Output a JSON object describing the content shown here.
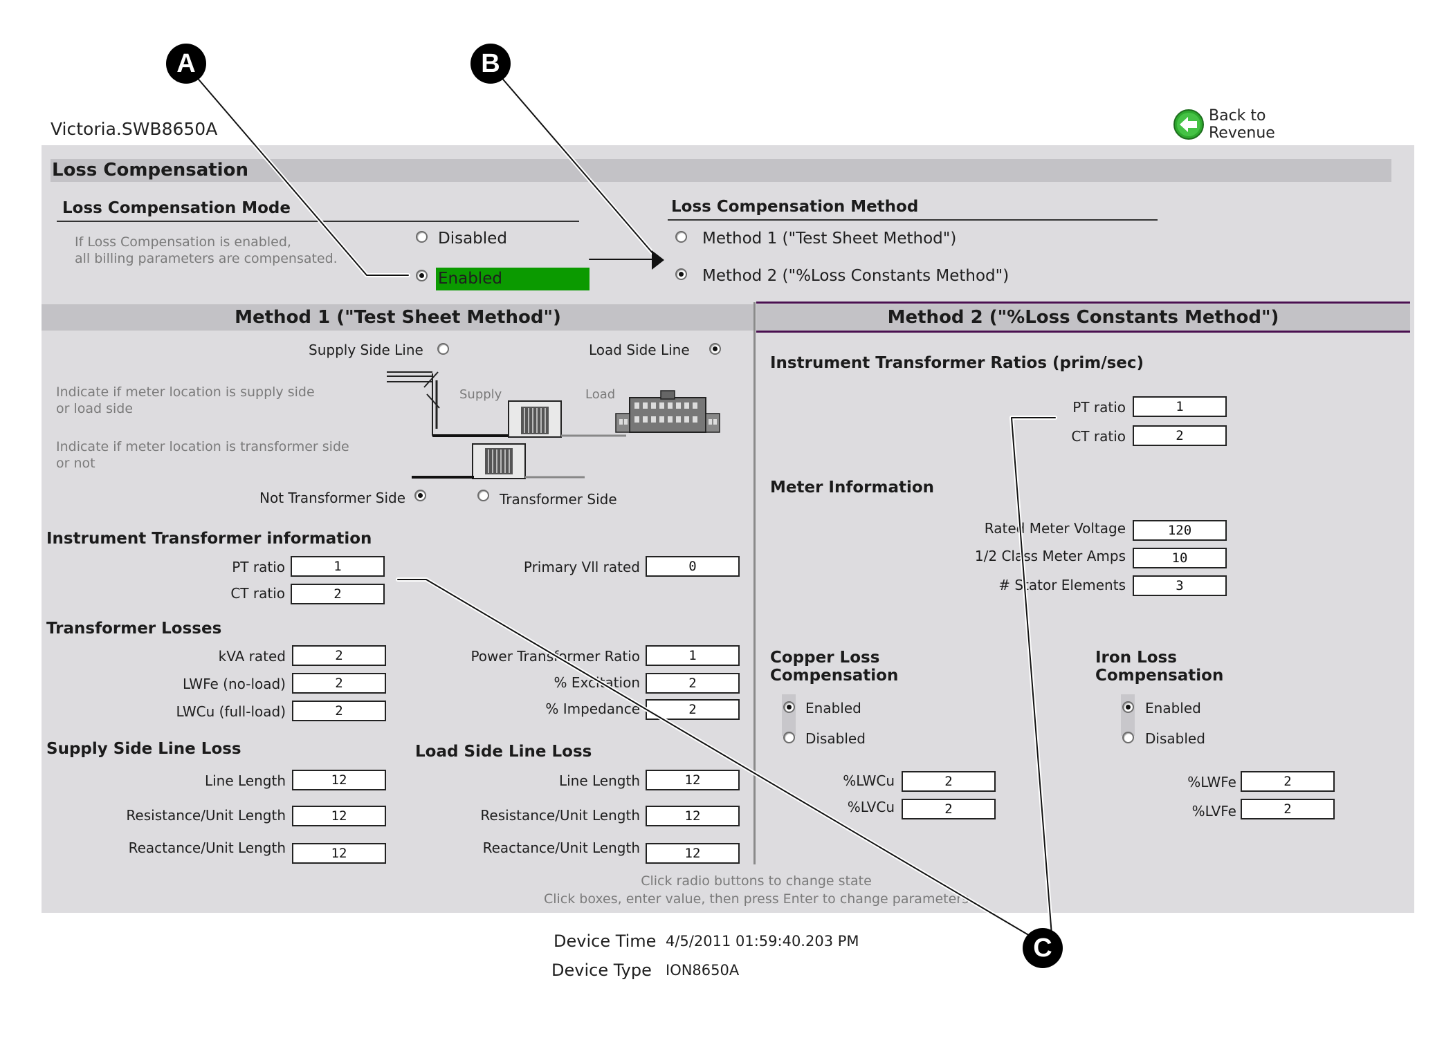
{
  "header": {
    "device_name": "Victoria.SWB8650A",
    "back_link": {
      "line1": "Back to",
      "line2": "Revenue",
      "icon": "back-arrow-icon"
    }
  },
  "panel_title": "Loss Compensation",
  "mode": {
    "title": "Loss Compensation Mode",
    "note_line1": "If Loss Compensation is enabled,",
    "note_line2": "all billing parameters are compensated.",
    "options": [
      {
        "label": "Disabled",
        "selected": false
      },
      {
        "label": "Enabled",
        "selected": true
      }
    ],
    "enabled_highlight_color": "#0b9a00"
  },
  "method": {
    "title": "Loss Compensation Method",
    "options": [
      {
        "label": "Method 1 (\"Test Sheet Method\")",
        "selected": false
      },
      {
        "label": "Method 2 (\"%Loss Constants Method\")",
        "selected": true
      }
    ]
  },
  "method1": {
    "title": "Method 1 (\"Test Sheet Method\")",
    "supply_side_label": "Supply Side Line",
    "load_side_label": "Load Side Line",
    "supply_side_selected": false,
    "load_side_selected": true,
    "note1_line1": "Indicate if meter location is supply side",
    "note1_line2": "or load side",
    "note2_line1": "Indicate if meter location is transformer side",
    "note2_line2": "or not",
    "diagram_supply": "Supply",
    "diagram_load": "Load",
    "not_transformer_label": "Not Transformer Side",
    "transformer_label": "Transformer Side",
    "not_transformer_selected": true,
    "transformer_selected": false,
    "it_info": {
      "title": "Instrument Transformer information",
      "pt_label": "PT ratio",
      "pt_value": "1",
      "ct_label": "CT ratio",
      "ct_value": "2",
      "primary_label": "Primary Vll rated",
      "primary_value": "0"
    },
    "losses": {
      "title": "Transformer Losses",
      "kva_label": "kVA rated",
      "kva_value": "2",
      "lwfe_label": "LWFe (no-load)",
      "lwfe_value": "2",
      "lwcu_label": "LWCu (full-load)",
      "lwcu_value": "2",
      "ptr_label": "Power Transformer Ratio",
      "ptr_value": "1",
      "exc_label": "% Excitation",
      "exc_value": "2",
      "imp_label": "% Impedance",
      "imp_value": "2"
    },
    "supply_loss": {
      "title": "Supply Side Line Loss",
      "len_label": "Line Length",
      "len_value": "12",
      "res_label": "Resistance/Unit Length",
      "res_value": "12",
      "rea_label": "Reactance/Unit Length",
      "rea_value": "12"
    },
    "load_loss": {
      "title": "Load Side Line Loss",
      "len_label": "Line Length",
      "len_value": "12",
      "res_label": "Resistance/Unit Length",
      "res_value": "12",
      "rea_label": "Reactance/Unit Length",
      "rea_value": "12"
    }
  },
  "method2": {
    "title": "Method 2 (\"%Loss Constants Method\")",
    "itr_title": "Instrument Transformer Ratios (prim/sec)",
    "pt_label": "PT ratio",
    "pt_value": "1",
    "ct_label": "CT ratio",
    "ct_value": "2",
    "meter_title": "Meter Information",
    "rated_v_label": "Rated Meter Voltage",
    "rated_v_value": "120",
    "amps_label": "1/2 Class Meter Amps",
    "amps_value": "10",
    "stator_label": "# Stator Elements",
    "stator_value": "3",
    "copper": {
      "title_line1": "Copper Loss",
      "title_line2": "Compensation",
      "enabled_label": "Enabled",
      "disabled_label": "Disabled",
      "enabled_selected": true,
      "lwcu_label": "%LWCu",
      "lwcu_value": "2",
      "lvcu_label": "%LVCu",
      "lvcu_value": "2"
    },
    "iron": {
      "title_line1": "Iron Loss",
      "title_line2": "Compensation",
      "enabled_label": "Enabled",
      "disabled_label": "Disabled",
      "enabled_selected": true,
      "lwfe_label": "%LWFe",
      "lwfe_value": "2",
      "lvfe_label": "%LVFe",
      "lvfe_value": "2"
    },
    "accent_color": "#4a1050"
  },
  "footer": {
    "hint1": "Click radio buttons to change state",
    "hint2": "Click boxes, enter value, then press Enter to change parameters",
    "device_time_label": "Device Time",
    "device_time_value": "4/5/2011 01:59:40.203 PM",
    "device_type_label": "Device Type",
    "device_type_value": "ION8650A"
  },
  "callouts": {
    "a": "A",
    "b": "B",
    "c": "C"
  }
}
